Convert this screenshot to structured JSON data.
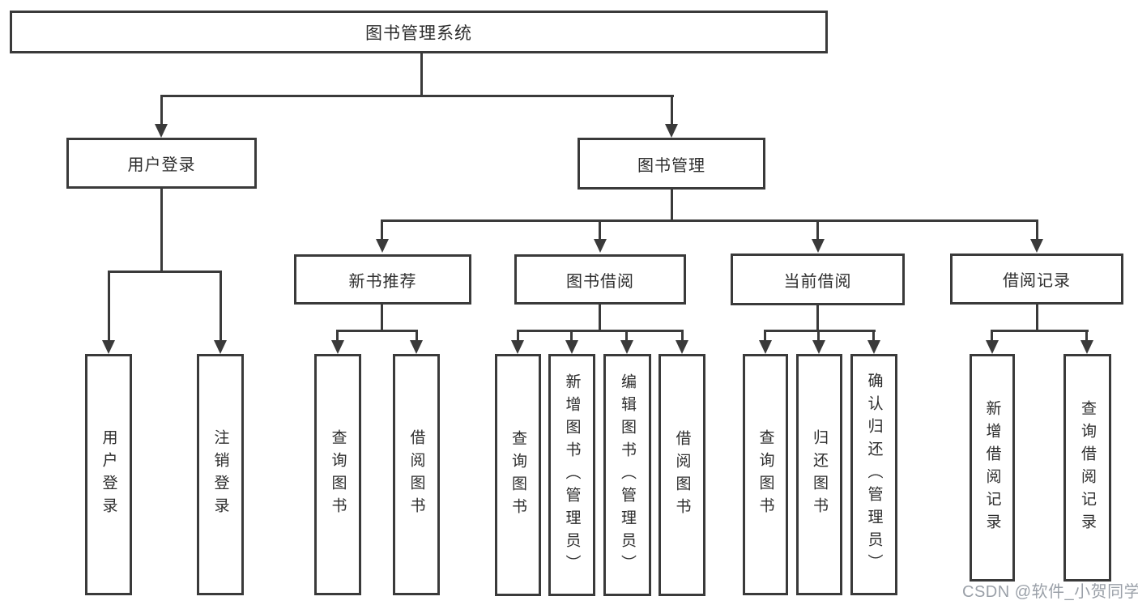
{
  "title": {
    "label": "图书管理系统"
  },
  "level2": [
    {
      "label": "用户登录"
    },
    {
      "label": "图书管理"
    }
  ],
  "level3": [
    {
      "label": "新书推荐"
    },
    {
      "label": "图书借阅"
    },
    {
      "label": "当前借阅"
    },
    {
      "label": "借阅记录"
    }
  ],
  "leaves": {
    "login": [
      {
        "label": "用户登录"
      },
      {
        "label": "注销登录"
      }
    ],
    "recommend": [
      {
        "label": "查询图书"
      },
      {
        "label": "借阅图书"
      }
    ],
    "borrow": [
      {
        "label": "查询图书"
      },
      {
        "label": "新增图书（管理员）"
      },
      {
        "label": "编辑图书（管理员）"
      },
      {
        "label": "借阅图书"
      }
    ],
    "current": [
      {
        "label": "查询图书"
      },
      {
        "label": "归还图书"
      },
      {
        "label": "确认归还（管理员）"
      }
    ],
    "records": [
      {
        "label": "新增借阅记录"
      },
      {
        "label": "查询借阅记录"
      }
    ]
  },
  "watermark": {
    "text": "CSDN @软件_小贺同学"
  },
  "colors": {
    "line": "#3a3a3a",
    "text": "#2d2d2d",
    "watermark": "#9aa0a8",
    "background": "#ffffff"
  }
}
